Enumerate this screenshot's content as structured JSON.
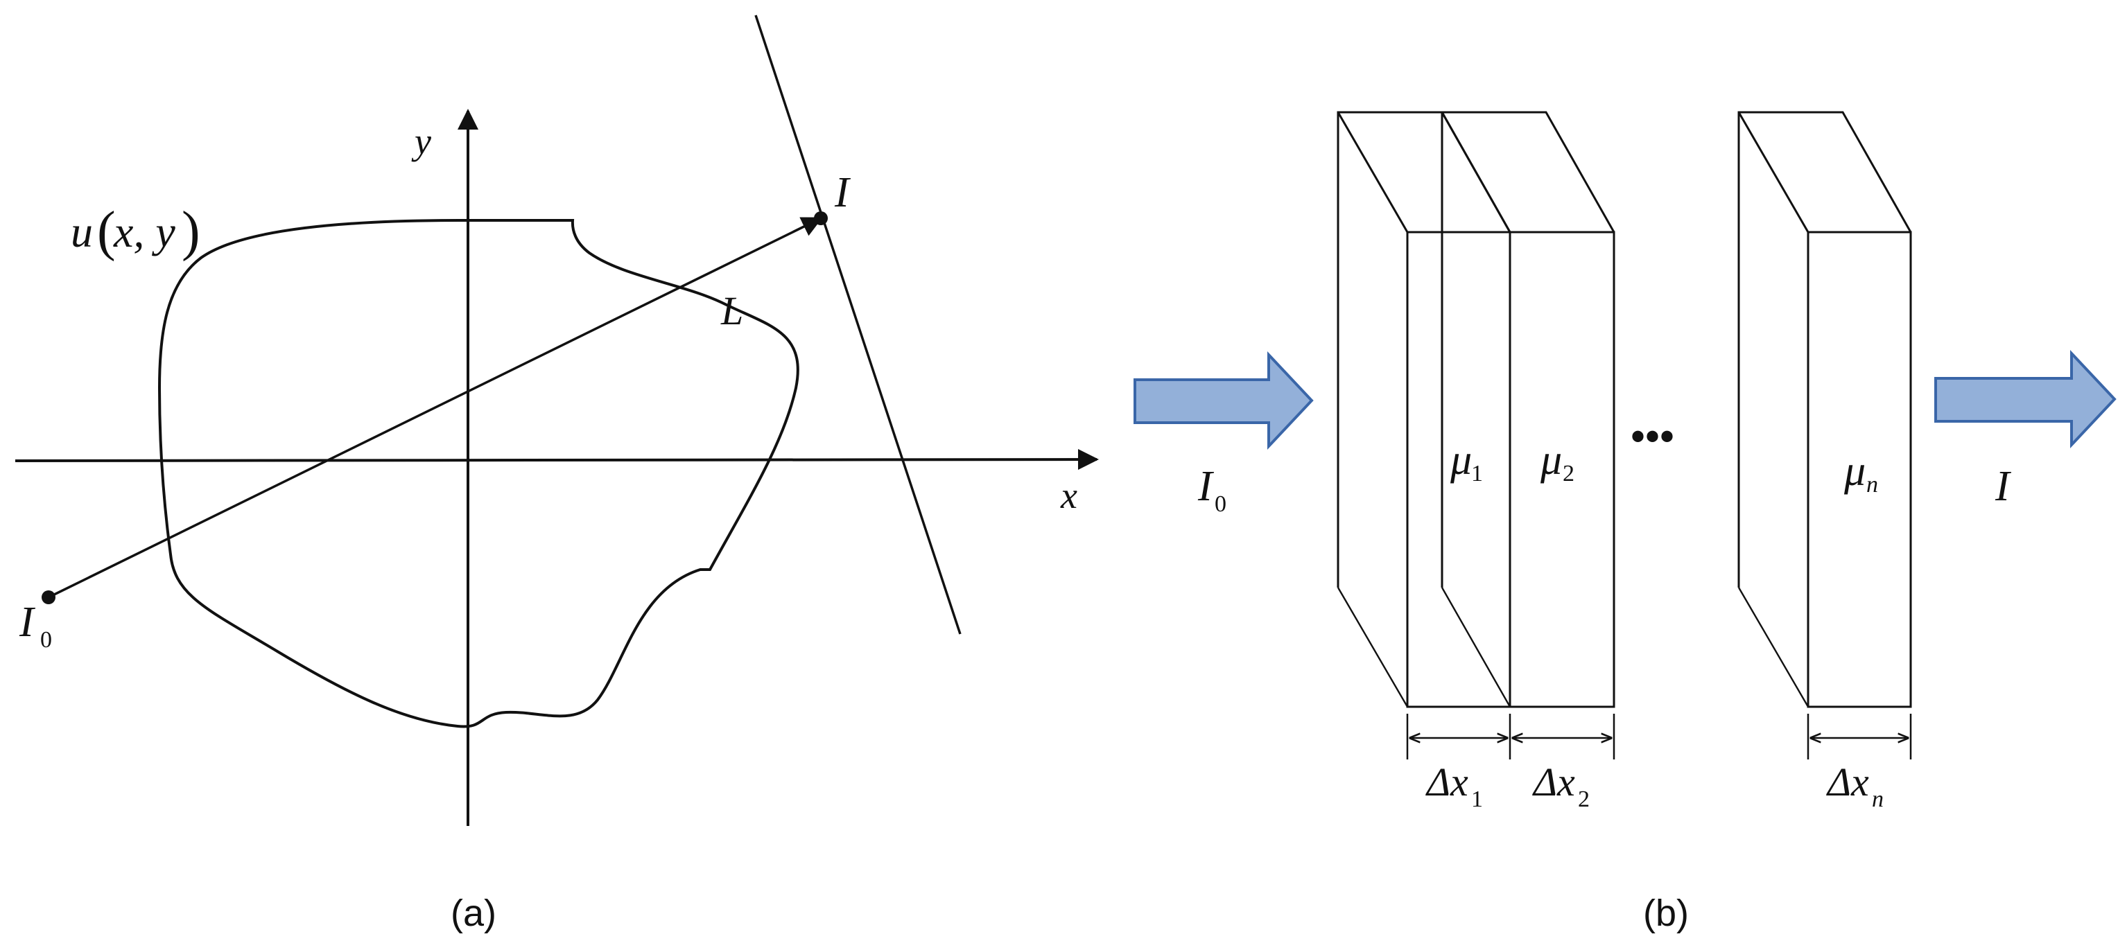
{
  "colors": {
    "region_fill": "#b1cde6",
    "arrow_fill": "#93b0d9",
    "arrow_stroke": "#3a66a8",
    "ink": "#111111"
  },
  "panel_a": {
    "caption": "(a)",
    "x_axis_label": "x",
    "y_axis_label": "y",
    "function_label": {
      "main": "u",
      "open": "(",
      "args": "x, y",
      "close": ")"
    },
    "path_label": "L",
    "source_label": {
      "main": "I",
      "sub": "0"
    },
    "detector_label": "I"
  },
  "panel_b": {
    "caption": "(b)",
    "input_label": {
      "main": "I",
      "sub": "0"
    },
    "output_label": "I",
    "ellipsis": "•••",
    "layers": [
      {
        "mu": "μ",
        "mu_sub": "1",
        "dx": "Δx",
        "dx_sub": "1"
      },
      {
        "mu": "μ",
        "mu_sub": "2",
        "dx": "Δx",
        "dx_sub": "2"
      },
      {
        "mu": "μ",
        "mu_sub": "n",
        "dx": "Δx",
        "dx_sub": "n"
      }
    ]
  }
}
